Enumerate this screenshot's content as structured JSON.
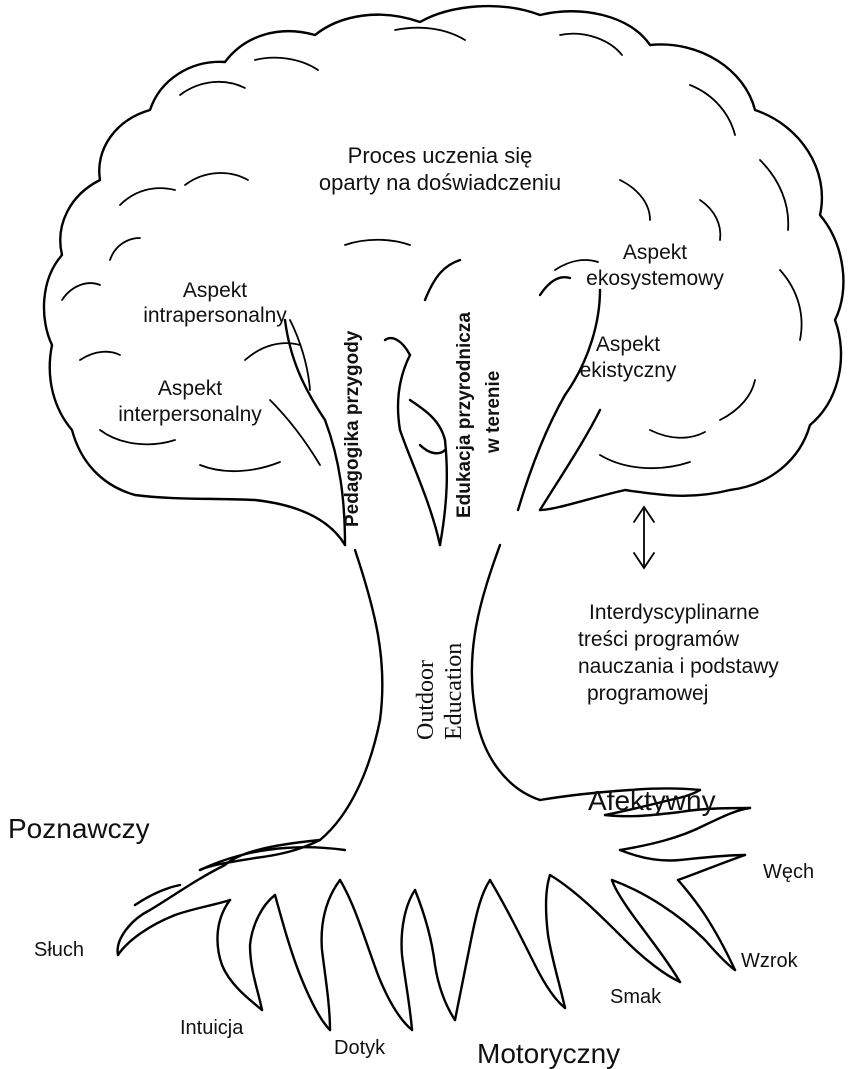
{
  "crown": {
    "title_line1": "Proces uczenia się",
    "title_line2": "oparty na doświadczeniu",
    "intrapersonal_line1": "Aspekt",
    "intrapersonal_line2": "intrapersonalny",
    "interpersonal_line1": "Aspekt",
    "interpersonal_line2": "interpersonalny",
    "ecosystem_line1": "Aspekt",
    "ecosystem_line2": "ekosystemowy",
    "existential_line1": "Aspekt",
    "existential_line2": "ekistyczny",
    "adventure_pedagogy": "Pedagogika przygody",
    "field_nature_line1": "Edukacja przyrodnicza",
    "field_nature_line2": "w terenie"
  },
  "trunk": {
    "line1": "Outdoor",
    "line2": "Education"
  },
  "curriculum": {
    "line1": "Interdyscyplinarne",
    "line2": "treści programów",
    "line3": "nauczania i podstawy",
    "line4": "programowej"
  },
  "domains": {
    "cognitive": "Poznawczy",
    "affective": "Afektywny",
    "motor": "Motoryczny"
  },
  "senses": {
    "hearing": "Słuch",
    "intuition": "Intuicja",
    "touch": "Dotyk",
    "taste": "Smak",
    "sight": "Wzrok",
    "smell": "Węch"
  }
}
